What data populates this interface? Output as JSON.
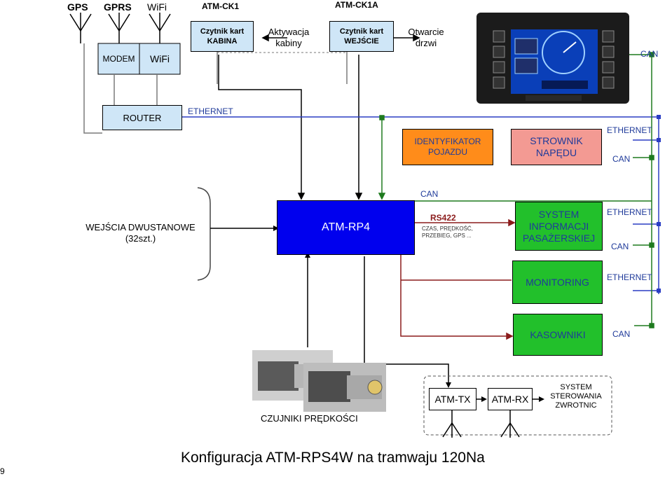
{
  "top": {
    "gps": "GPS",
    "gprs": "GPRS",
    "wifi_ant": "WiFi",
    "ck1": "ATM-CK1",
    "ck1a": "ATM-CK1A",
    "modem": "MODEM",
    "wifi": "WiFi",
    "reader_cabin": "Czytnik kart KABINA",
    "cabin_activation": "Aktywacja kabiny",
    "reader_entry": "Czytnik kart WEJŚCIE",
    "door_opening": "Otwarcie drzwi"
  },
  "display": {
    "can": "CAN"
  },
  "row2": {
    "router": "ROUTER",
    "ethernet": "ETHERNET",
    "identifier": "IDENTYFIKATOR POJAZDU",
    "drive_controller": "STROWNIK NAPĘDU",
    "ethernet2": "ETHERNET",
    "can2": "CAN"
  },
  "row3": {
    "inputs": "WEJŚCIA DWUSTANOWE (32szt.)",
    "atm_rp4": "ATM-RP4",
    "can_label": "CAN",
    "rs422": "RS422",
    "rs422_note": "CZAS, PRĘDKOŚĆ, PRZEBIEG, GPS ...",
    "passenger_info": "SYSTEM INFORMACJI PASAŻERSKIEJ",
    "ethernet3": "ETHERNET",
    "can3": "CAN"
  },
  "row4": {
    "monitoring": "MONITORING",
    "ethernet4": "ETHERNET"
  },
  "row5": {
    "cash": "KASOWNIKI",
    "can5": "CAN"
  },
  "bottom": {
    "sensors": "CZUJNIKI PRĘDKOŚCI",
    "atm_tx": "ATM-TX",
    "atm_rx": "ATM-RX",
    "switch_control": "SYSTEM STEROWANIA ZWROTNIC",
    "title": "Konfiguracja ATM-RPS4W na tramwaju 120Na",
    "page_no": "9"
  },
  "colors": {
    "blue_line": "#2a3dc4",
    "green_line": "#1f7a1f",
    "brown_line": "#8b1c1c",
    "orange": "#ff8c1a",
    "pink": "#f39a93",
    "green_box": "#22c02b",
    "blue_box": "#0000ee",
    "light_blue": "#cfe6f7"
  }
}
